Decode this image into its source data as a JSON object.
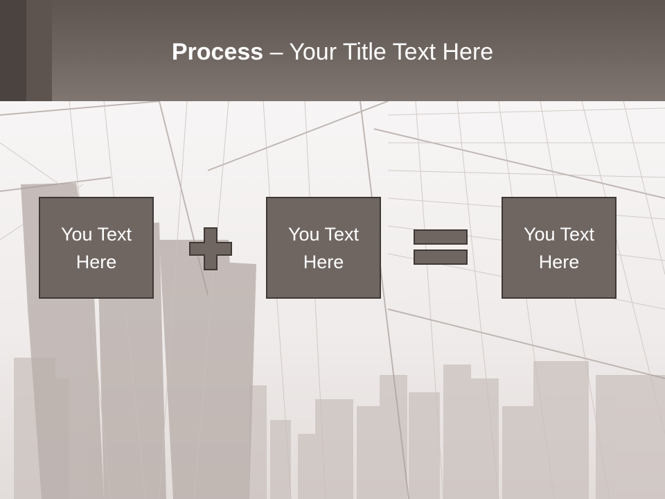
{
  "slide": {
    "title_bold": "Process",
    "title_rest": " – Your Title Text Here",
    "boxes": [
      {
        "text": "You Text Here"
      },
      {
        "text": "You Text Here"
      },
      {
        "text": "You Text Here"
      }
    ],
    "operators": [
      "plus-icon",
      "equals-icon"
    ]
  },
  "colors": {
    "header": "#6f6661",
    "box_fill": "#6f6662",
    "box_border": "#3e3835",
    "title_text": "#ffffff"
  }
}
